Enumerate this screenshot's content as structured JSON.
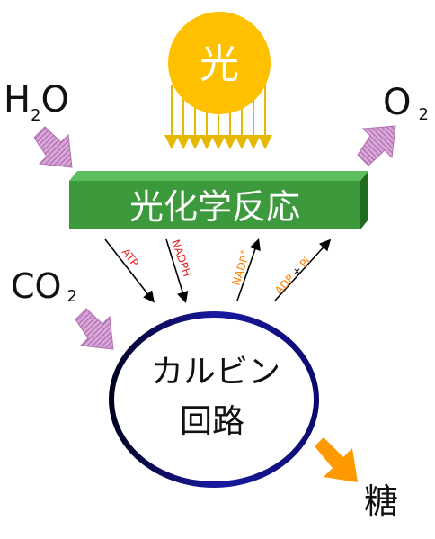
{
  "sun": {
    "label": "光"
  },
  "reaction_box": {
    "label": "光化学反応"
  },
  "inputs": {
    "water": {
      "main": "H",
      "sub": "2",
      "tail": "O"
    },
    "co2": {
      "main": "CO",
      "sub": "2"
    }
  },
  "outputs": {
    "oxygen": {
      "main": "O",
      "sub": "2"
    },
    "sugar": {
      "label": "糖"
    }
  },
  "cycle": {
    "line1": "カルビン",
    "line2": "回路"
  },
  "arrow_labels": {
    "atp": "ATP",
    "nadph": "NADPH",
    "nadp_main": "NADP",
    "nadp_sup": "+",
    "adp_pi": {
      "adp": "ADP",
      "plus": "+",
      "pi": "Pi"
    }
  },
  "colors": {
    "sun": "#FFC000",
    "sun_rays": "#E6B800",
    "reaction_box_front": "#3C9A3C",
    "reaction_box_top": "#5DBE5D",
    "reaction_box_side": "#1F6B1F",
    "input_arrow": "#C080C0",
    "output_arrow_oxygen": "#C080C0",
    "sugar_arrow": "#FF9900",
    "cycle_ring": "#0A0A8A",
    "label_red": "#E62020",
    "label_orange": "#FF7F00"
  }
}
